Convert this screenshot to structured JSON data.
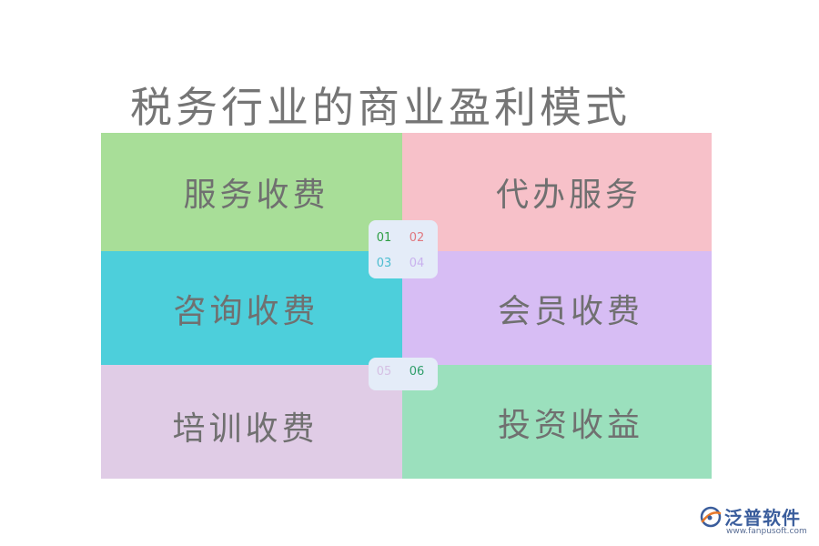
{
  "title": "税务行业的商业盈利模式",
  "cells": [
    {
      "label": "服务收费",
      "color": "#a8de98"
    },
    {
      "label": "代办服务",
      "color": "#f7c1c9"
    },
    {
      "label": "咨询收费",
      "color": "#4dcfdb"
    },
    {
      "label": "会员收费",
      "color": "#d7bdf4"
    },
    {
      "label": "培训收费",
      "color": "#e0cce6"
    },
    {
      "label": "投资收益",
      "color": "#9be0bd"
    }
  ],
  "badges": {
    "top": [
      "01",
      "02",
      "03",
      "04"
    ],
    "bottom": [
      "05",
      "06"
    ]
  },
  "logo": {
    "name": "泛普软件",
    "url": "www.fanpusoft.com",
    "icon": "fanpu-logo-icon"
  }
}
